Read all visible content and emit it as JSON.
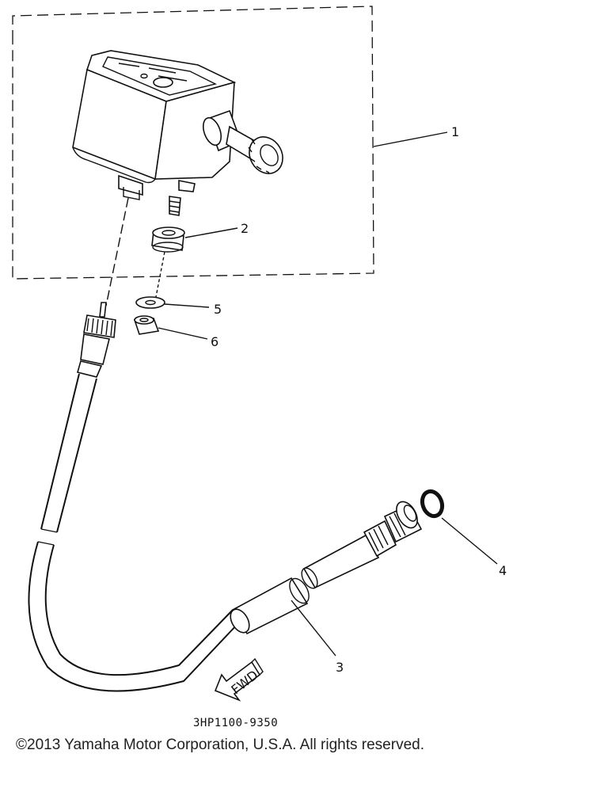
{
  "callouts": {
    "c1": "1",
    "c2": "2",
    "c3": "3",
    "c4": "4",
    "c5": "5",
    "c6": "6"
  },
  "fwd_label": "FWD",
  "part_number": "3HP1100-9350",
  "copyright": "©2013 Yamaha Motor Corporation, U.S.A. All rights reserved."
}
